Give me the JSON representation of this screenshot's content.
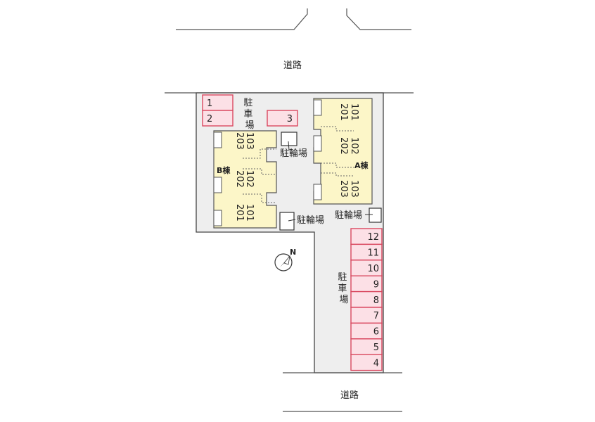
{
  "roads": {
    "top": "道路",
    "bottom": "道路"
  },
  "parking": {
    "label": "駐車場",
    "top_spots": [
      "1",
      "2",
      "3"
    ],
    "right_spots": [
      "12",
      "11",
      "10",
      "9",
      "8",
      "7",
      "6",
      "5",
      "4"
    ]
  },
  "bike_parking": {
    "label": "駐輪場"
  },
  "buildings": {
    "a": {
      "label": "A棟",
      "stacks": [
        [
          "201",
          "101"
        ],
        [
          "202",
          "102"
        ],
        [
          "203",
          "103"
        ]
      ]
    },
    "b": {
      "label": "B棟",
      "stacks": [
        [
          "203",
          "103"
        ],
        [
          "202",
          "102"
        ],
        [
          "201",
          "101"
        ]
      ]
    }
  },
  "compass": {
    "north": "N"
  },
  "colors": {
    "parking_fill": "#fce0e6",
    "parking_stroke": "#d9485f",
    "building_fill": "#fcf6c8",
    "lot_fill": "#eeeeee"
  }
}
